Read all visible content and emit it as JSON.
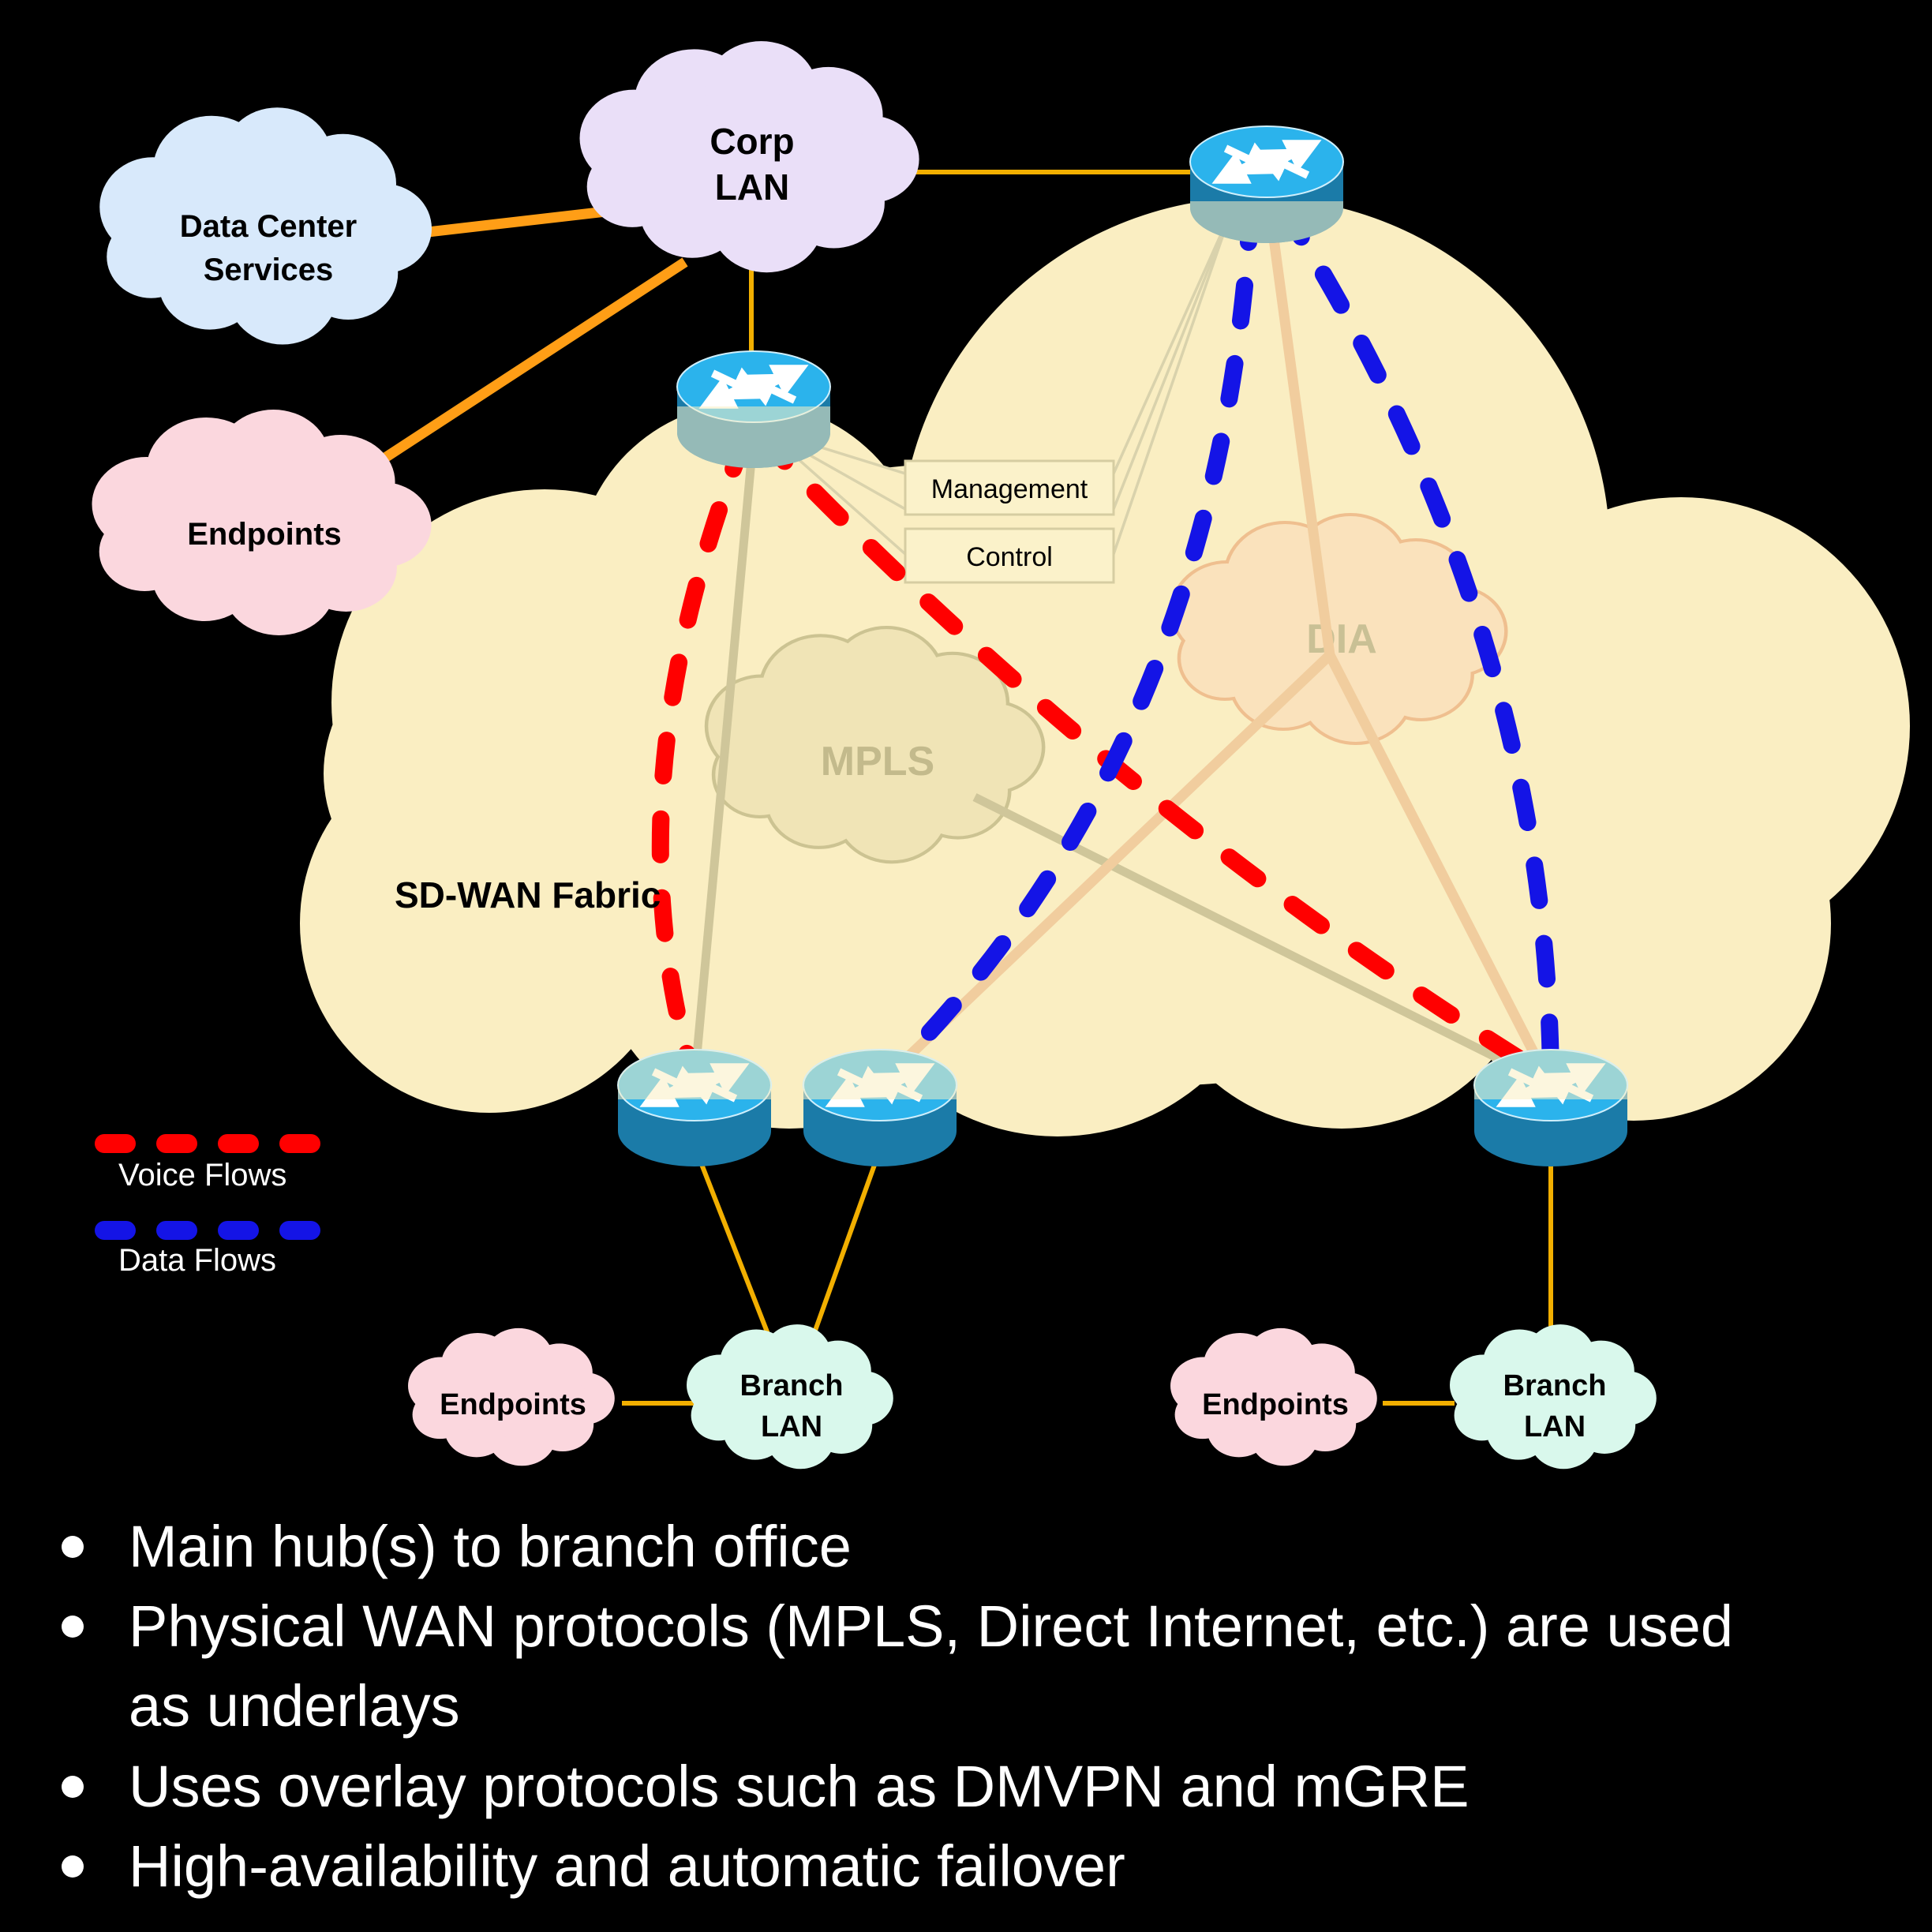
{
  "clouds": {
    "data_center": {
      "label_lines": [
        "Data Center",
        "Services"
      ]
    },
    "corp_lan": {
      "label_lines": [
        "Corp",
        "LAN"
      ]
    },
    "endpoints_top": {
      "label": "Endpoints"
    },
    "sdwan_fabric": {
      "label": "SD-WAN Fabric"
    },
    "mpls": {
      "label": "MPLS"
    },
    "dia": {
      "label": "DIA"
    },
    "branch_lan_left": {
      "label_lines": [
        "Branch",
        "LAN"
      ]
    },
    "branch_lan_right": {
      "label_lines": [
        "Branch",
        "LAN"
      ]
    },
    "endpoints_bottom_left": {
      "label": "Endpoints"
    },
    "endpoints_bottom_right": {
      "label": "Endpoints"
    }
  },
  "boxes": {
    "management": "Management",
    "control": "Control"
  },
  "legend": {
    "voice": {
      "label": "Voice Flows",
      "color": "#FF0000"
    },
    "data": {
      "label": "Data Flows",
      "color": "#1414E6"
    }
  },
  "bullets": [
    {
      "lines": [
        "Main hub(s) to branch office"
      ]
    },
    {
      "lines": [
        "Physical WAN protocols (MPLS, Direct Internet, etc.) are used",
        "as underlays"
      ]
    },
    {
      "lines": [
        "Uses overlay protocols such as DMVPN and mGRE"
      ]
    },
    {
      "lines": [
        "High-availability and automatic failover"
      ]
    }
  ],
  "colors": {
    "background": "#000000",
    "fabric": "#FAEEC2",
    "mpls_fill": "#F0E4B6",
    "mpls_stroke": "#CCC392",
    "dia_fill": "#FAE2BC",
    "dia_stroke": "#EFBF8F",
    "corp_lan": "#EADFF8",
    "data_center": "#D8E9FB",
    "endpoints": "#FBD7DE",
    "branch_lan": "#D9F8EC",
    "voice_flow": "#FF0000",
    "data_flow": "#1414E6",
    "orange_link": "#FF9E16",
    "yellow_link": "#F2AF00",
    "underlay_olive": "#CFC69A",
    "underlay_tan": "#F1CD9E",
    "router_top": "#2BB3EC",
    "router_body": "#1B7BA8"
  }
}
